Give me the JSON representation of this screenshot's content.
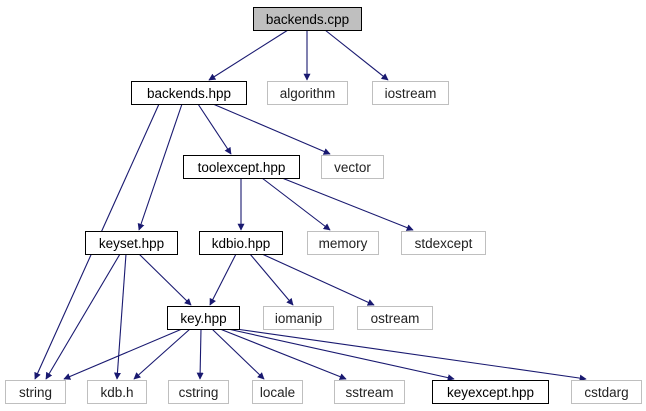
{
  "graph": {
    "colors": {
      "edge": "#191970",
      "root_fill": "#bfbfbf",
      "internal_border": "#000000",
      "external_border": "#bfbfbf"
    },
    "nodes": [
      {
        "id": "backends_cpp",
        "label": "backends.cpp",
        "kind": "root"
      },
      {
        "id": "backends_hpp",
        "label": "backends.hpp",
        "kind": "internal"
      },
      {
        "id": "algorithm",
        "label": "algorithm",
        "kind": "external"
      },
      {
        "id": "iostream",
        "label": "iostream",
        "kind": "external"
      },
      {
        "id": "toolexcept_hpp",
        "label": "toolexcept.hpp",
        "kind": "internal"
      },
      {
        "id": "vector",
        "label": "vector",
        "kind": "external"
      },
      {
        "id": "keyset_hpp",
        "label": "keyset.hpp",
        "kind": "internal"
      },
      {
        "id": "kdbio_hpp",
        "label": "kdbio.hpp",
        "kind": "internal"
      },
      {
        "id": "memory",
        "label": "memory",
        "kind": "external"
      },
      {
        "id": "stdexcept",
        "label": "stdexcept",
        "kind": "external"
      },
      {
        "id": "key_hpp",
        "label": "key.hpp",
        "kind": "internal"
      },
      {
        "id": "iomanip",
        "label": "iomanip",
        "kind": "external"
      },
      {
        "id": "ostream",
        "label": "ostream",
        "kind": "external"
      },
      {
        "id": "string",
        "label": "string",
        "kind": "external"
      },
      {
        "id": "kdb_h",
        "label": "kdb.h",
        "kind": "external"
      },
      {
        "id": "cstring",
        "label": "cstring",
        "kind": "external"
      },
      {
        "id": "locale",
        "label": "locale",
        "kind": "external"
      },
      {
        "id": "sstream",
        "label": "sstream",
        "kind": "external"
      },
      {
        "id": "keyexcept_hpp",
        "label": "keyexcept.hpp",
        "kind": "internal"
      },
      {
        "id": "cstdarg",
        "label": "cstdarg",
        "kind": "external"
      }
    ],
    "edges": [
      {
        "from": "backends_cpp",
        "to": "backends_hpp"
      },
      {
        "from": "backends_cpp",
        "to": "algorithm"
      },
      {
        "from": "backends_cpp",
        "to": "iostream"
      },
      {
        "from": "backends_hpp",
        "to": "string"
      },
      {
        "from": "backends_hpp",
        "to": "keyset_hpp"
      },
      {
        "from": "backends_hpp",
        "to": "toolexcept_hpp"
      },
      {
        "from": "backends_hpp",
        "to": "vector"
      },
      {
        "from": "toolexcept_hpp",
        "to": "kdbio_hpp"
      },
      {
        "from": "toolexcept_hpp",
        "to": "memory"
      },
      {
        "from": "toolexcept_hpp",
        "to": "stdexcept"
      },
      {
        "from": "keyset_hpp",
        "to": "string"
      },
      {
        "from": "keyset_hpp",
        "to": "kdb_h"
      },
      {
        "from": "keyset_hpp",
        "to": "key_hpp"
      },
      {
        "from": "kdbio_hpp",
        "to": "key_hpp"
      },
      {
        "from": "kdbio_hpp",
        "to": "iomanip"
      },
      {
        "from": "kdbio_hpp",
        "to": "ostream"
      },
      {
        "from": "key_hpp",
        "to": "string"
      },
      {
        "from": "key_hpp",
        "to": "kdb_h"
      },
      {
        "from": "key_hpp",
        "to": "cstring"
      },
      {
        "from": "key_hpp",
        "to": "locale"
      },
      {
        "from": "key_hpp",
        "to": "sstream"
      },
      {
        "from": "key_hpp",
        "to": "keyexcept_hpp"
      },
      {
        "from": "key_hpp",
        "to": "cstdarg"
      }
    ]
  }
}
